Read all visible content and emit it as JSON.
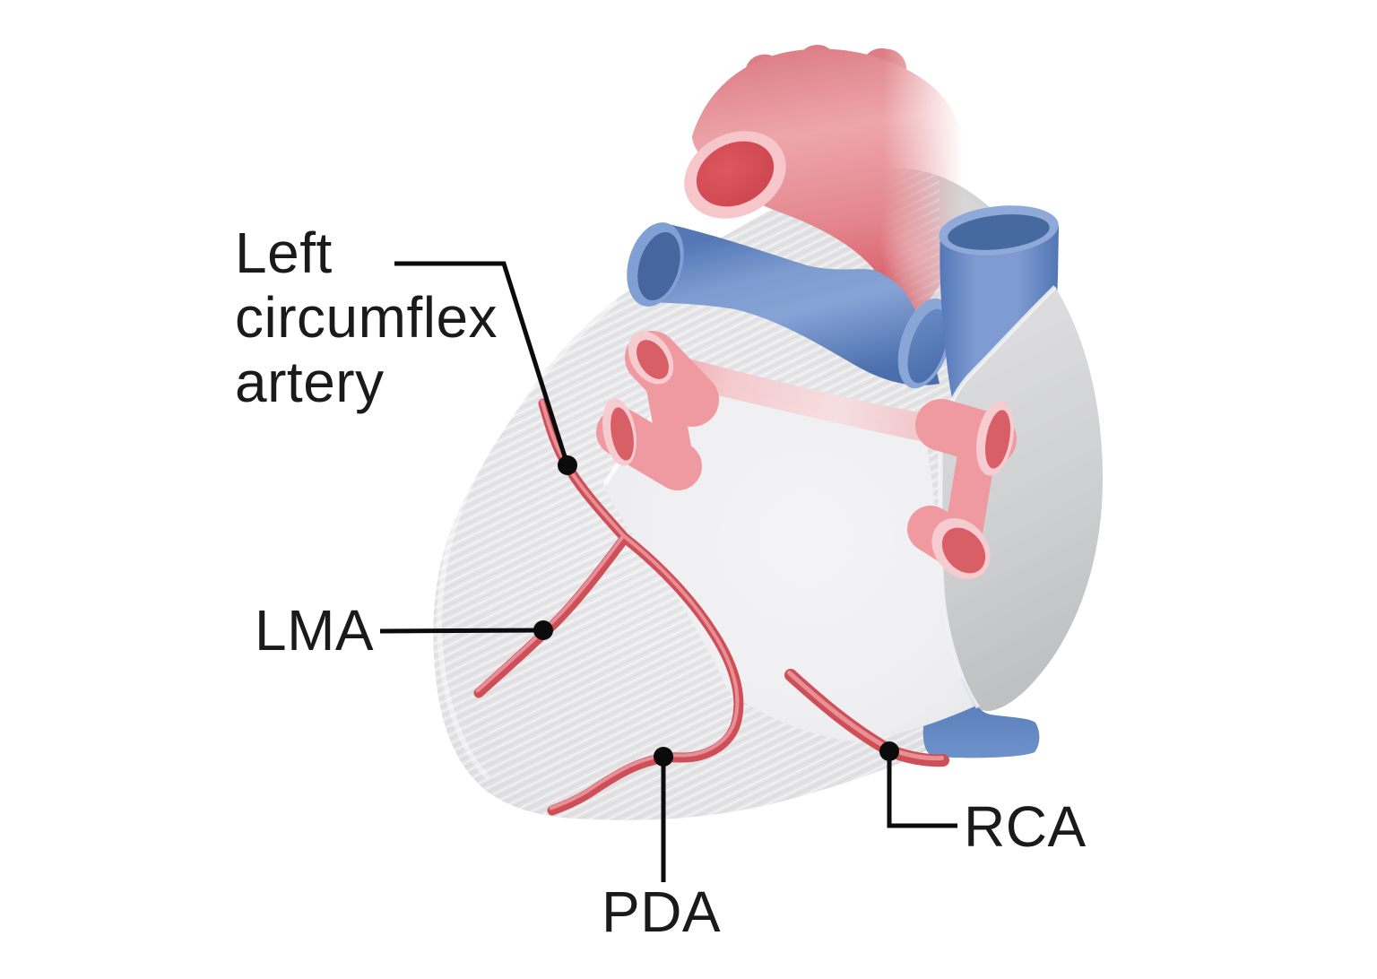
{
  "figure": {
    "subject": "Heart — posterior view showing coronary arteries",
    "background_color": "#ffffff"
  },
  "labels": {
    "left_circumflex": {
      "line1": "Left",
      "line2": "circumflex",
      "line3": "artery"
    },
    "lma": "LMA",
    "pda": "PDA",
    "rca": "RCA"
  },
  "colors": {
    "coronary_artery_red": "#cf4f58",
    "coronary_artery_highlight": "#ec9ba1",
    "aorta_pink": "#e89096",
    "aorta_opening_red": "#d5515a",
    "vessel_rim_pink": "#f6c6cb",
    "vein_blue": "#6d90c8",
    "vein_opening_blue": "#46699f",
    "pulmonary_vein_pink": "#ee9aa0",
    "myocardium_gray": "#e2e2e4",
    "right_atrium_gray": "#cecfd1",
    "left_atrium_light": "#f0f0f2",
    "leader_line": "#0b0b0b",
    "label_text": "#1a1a1a"
  }
}
